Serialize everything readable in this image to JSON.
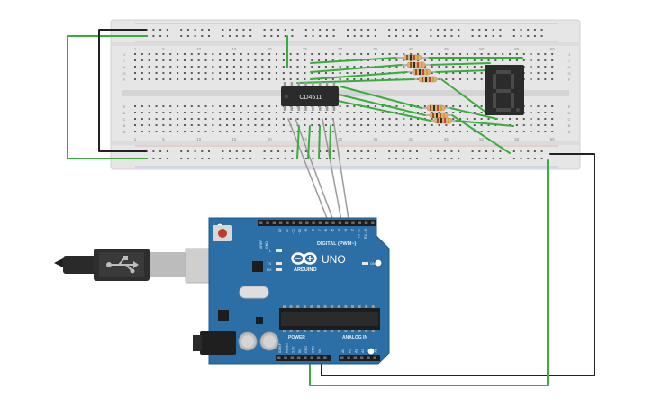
{
  "breadboard": {
    "column_numbers_top": [
      "1",
      "5",
      "10",
      "15",
      "20",
      "25",
      "30",
      "35",
      "40",
      "45",
      "50",
      "55",
      "60"
    ],
    "column_numbers_bottom": [
      "1",
      "5",
      "10",
      "15",
      "20",
      "25",
      "30",
      "35",
      "40",
      "45",
      "50",
      "55",
      "60"
    ],
    "row_letters_upper": [
      "J",
      "I",
      "H",
      "G",
      "F"
    ],
    "row_letters_lower": [
      "E",
      "D",
      "C",
      "B",
      "A"
    ]
  },
  "ic": {
    "label": "CD4511"
  },
  "seven_segment": {
    "digit": "8"
  },
  "arduino": {
    "digital_label": "DIGITAL (PWM~)",
    "aref_label": "AREF",
    "gnd_label": "GND",
    "logo_label": "ARDUINO",
    "model_label": "UNO",
    "on_label": "ON",
    "l_label": "L",
    "tx_label": "TX",
    "rx_label": "RX",
    "power_label": "POWER",
    "analog_label": "ANALOG IN",
    "digital_pins": [
      "13",
      "12",
      "~11",
      "~10",
      "~9",
      "8",
      "7",
      "~6",
      "~5",
      "4",
      "~3",
      "2",
      "TX→1",
      "RX←0"
    ],
    "power_pins": [
      "IOREF",
      "RESET",
      "3.3V",
      "5V",
      "GND",
      "GND",
      "Vin"
    ],
    "analog_pins": [
      "A0",
      "A1",
      "A2",
      "A3",
      "A4",
      "A5"
    ]
  },
  "colors": {
    "board": "#e7e7e7",
    "arduino": "#2c6fa6",
    "wire_green": "#3cab3f",
    "wire_black": "#222222",
    "wire_gray": "#9a9a9a",
    "rail_red": "#d9534f",
    "rail_blue": "#4a6fd8",
    "segment_off": "#4a4a4a"
  }
}
